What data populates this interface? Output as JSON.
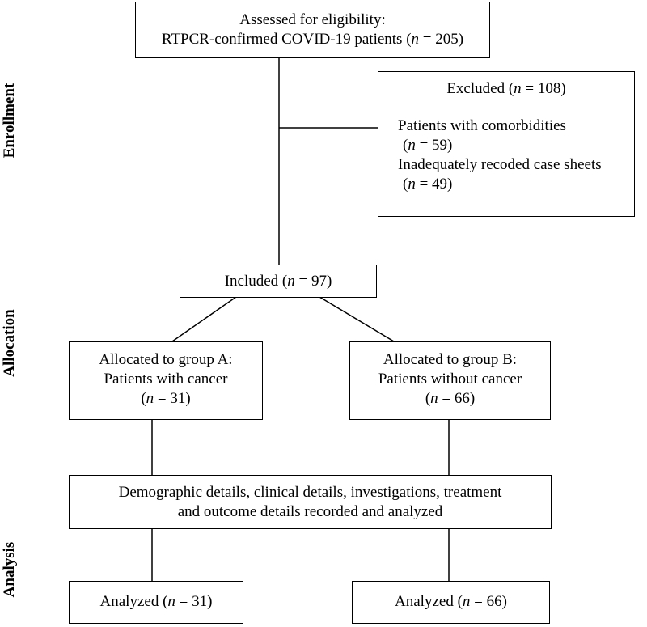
{
  "phases": {
    "enrollment": "Enrollment",
    "allocation": "Allocation",
    "analysis": "Analysis"
  },
  "assessed": {
    "line1": "Assessed for eligibility:",
    "line2_prefix": "RTPCR-confirmed COVID-19 patients (",
    "line2_n": "n",
    "line2_suffix": " = 205)"
  },
  "excluded": {
    "title_prefix": "Excluded (",
    "title_n": "n",
    "title_suffix": " = 108)",
    "item1_label": "Patients with comorbidities",
    "item1_count_prefix": "(",
    "item1_count_n": "n",
    "item1_count_suffix": " = 59)",
    "item2_label": "Inadequately recoded case sheets",
    "item2_count_prefix": "(",
    "item2_count_n": "n",
    "item2_count_suffix": " = 49)"
  },
  "included": {
    "prefix": "Included (",
    "n": "n",
    "suffix": " = 97)"
  },
  "group_a": {
    "line1": "Allocated to group A:",
    "line2": "Patients with cancer",
    "count_prefix": "(",
    "count_n": "n",
    "count_suffix": " = 31)"
  },
  "group_b": {
    "line1": "Allocated to group B:",
    "line2": "Patients without cancer",
    "count_prefix": "(",
    "count_n": "n",
    "count_suffix": " = 66)"
  },
  "recorded": {
    "line1": "Demographic details, clinical details, investigations, treatment",
    "line2": "and outcome details recorded and analyzed"
  },
  "analyzed_a": {
    "prefix": "Analyzed (",
    "n": "n",
    "suffix": " = 31)"
  },
  "analyzed_b": {
    "prefix": "Analyzed (",
    "n": "n",
    "suffix": " = 66)"
  }
}
